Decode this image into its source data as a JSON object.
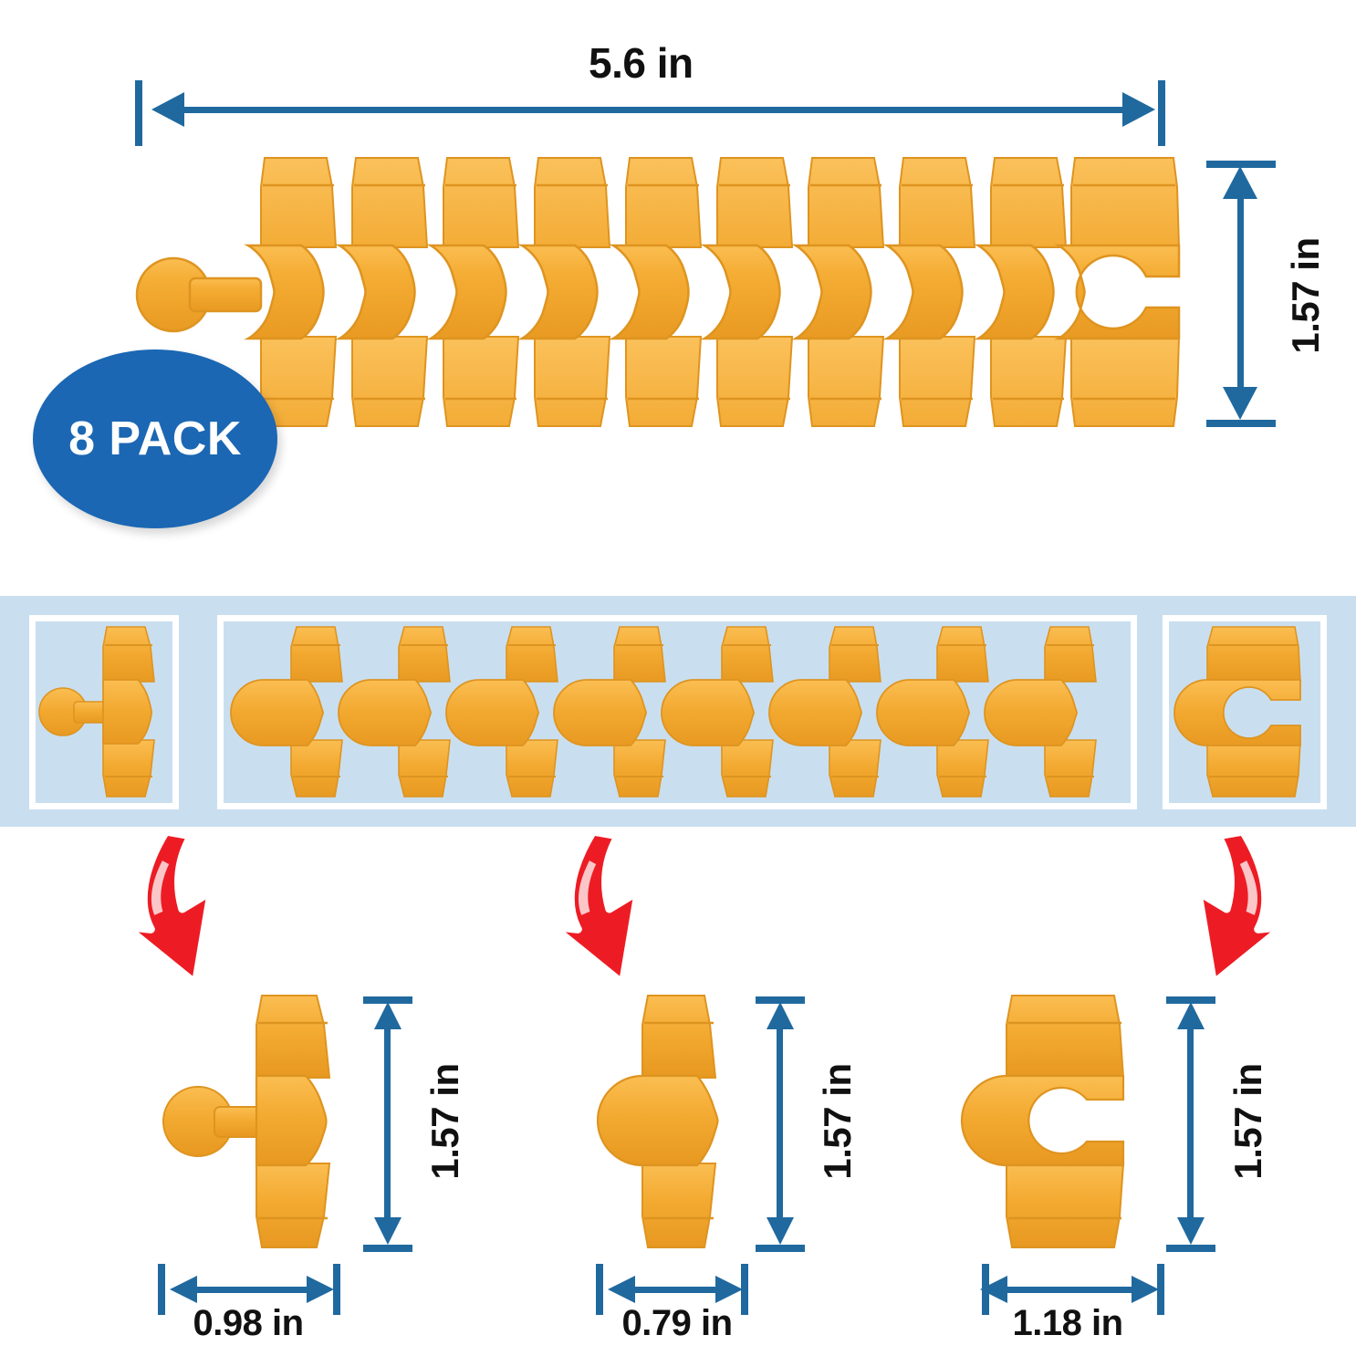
{
  "product": {
    "name": "interlocking-orange-clip-set",
    "color_hex": "#F0A52D",
    "accent_blue_hex": "#20699F",
    "badge_blue_hex": "#1B67B3",
    "strip_blue_hex": "#C9DFF0",
    "arrow_red_hex": "#ED1C24"
  },
  "badge": {
    "label": "8 PACK"
  },
  "assembly": {
    "width_label": "5.6 in",
    "height_label": "1.57 in",
    "piece_count": 10
  },
  "strip": {
    "groups": [
      {
        "name": "start-piece-group",
        "count": 1
      },
      {
        "name": "middle-piece-group",
        "count": 8
      },
      {
        "name": "end-clip-group",
        "count": 1
      }
    ]
  },
  "details": [
    {
      "name": "start-piece",
      "height_label": "1.57 in",
      "width_label": "0.98 in"
    },
    {
      "name": "middle-piece",
      "height_label": "1.57 in",
      "width_label": "0.79 in"
    },
    {
      "name": "end-clip-piece",
      "height_label": "1.57 in",
      "width_label": "1.18 in"
    }
  ],
  "arrows": [
    {
      "name": "down-arrow-left",
      "direction": "down-right"
    },
    {
      "name": "down-arrow-middle",
      "direction": "down-right"
    },
    {
      "name": "down-arrow-right",
      "direction": "down-left"
    }
  ]
}
